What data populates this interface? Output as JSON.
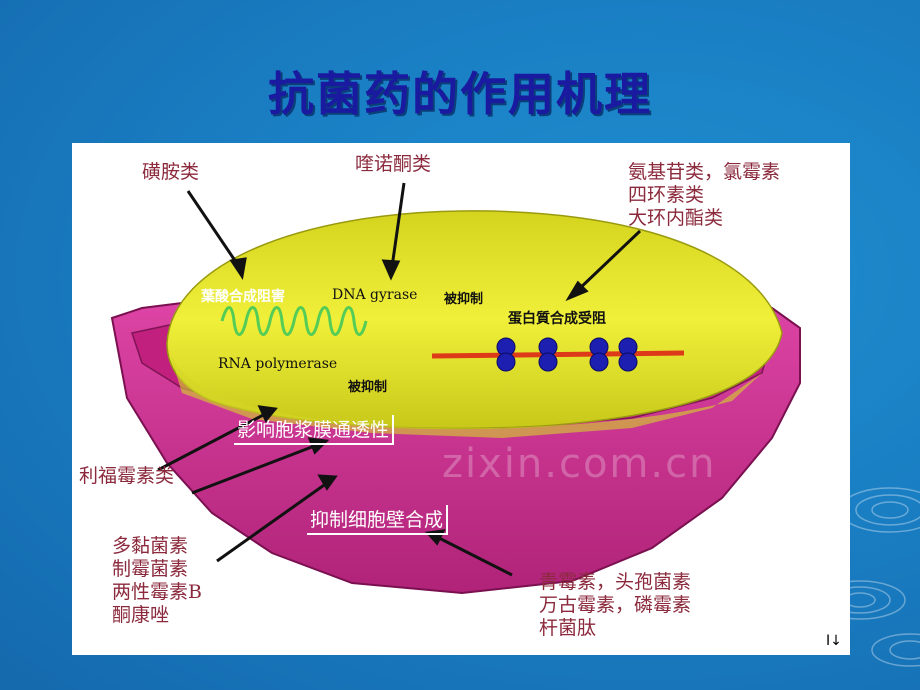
{
  "title": "抗菌药的作用机理",
  "labels": {
    "sulfonamides": "磺胺类",
    "quinolones": "喹诺酮类",
    "protein_drugs": [
      "氨基苷类，氯霉素",
      "四环素类",
      "大环内酯类"
    ],
    "rifampin": "利福霉素类",
    "membrane_drugs": [
      "多黏菌素",
      "制霉菌素",
      "两性霉素B",
      "酮康唑"
    ],
    "wall_drugs": [
      "青霉素，头孢菌素",
      "万古霉素，磷霉素",
      "杆菌肽"
    ]
  },
  "inner": {
    "folate": "葉酸合成阻害",
    "dna_gyrase": "DNA gyrase",
    "inhibited1": "被抑制",
    "protein": "蛋白質合成受阻",
    "rna_pol": "RNA polymerase",
    "inhibited2": "被抑制",
    "membrane": "影响胞浆膜通透性",
    "wall": "抑制细胞壁合成"
  },
  "watermark": "zixin.com.cn",
  "cursor": "I↓",
  "colors": {
    "background": "#1a7fc4",
    "title": "#1a1aa0",
    "label": "#8b2a3c",
    "cytoplasm": "#e6e62a",
    "wall": "#d0308f"
  }
}
